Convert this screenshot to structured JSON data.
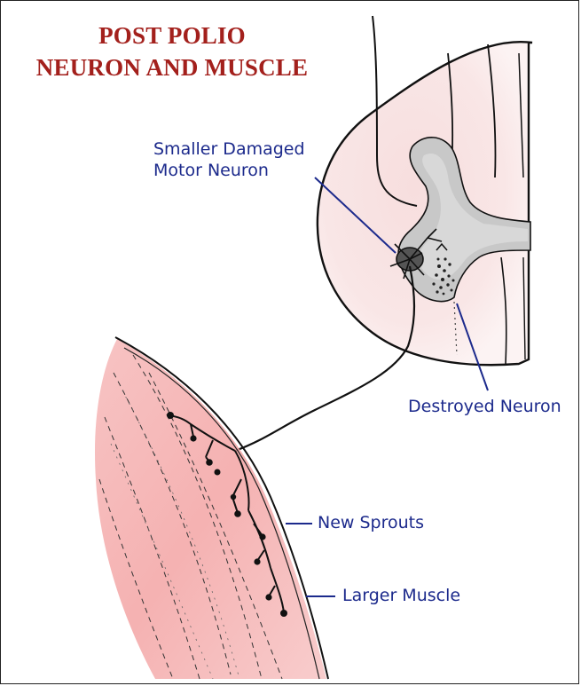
{
  "title": {
    "line1": "POST POLIO",
    "line2": "NEURON AND MUSCLE"
  },
  "labels": {
    "smaller_damaged_line1": "Smaller Damaged",
    "smaller_damaged_line2": "Motor Neuron",
    "destroyed_neuron": "Destroyed Neuron",
    "new_sprouts": "New Sprouts",
    "larger_muscle": "Larger Muscle"
  },
  "colors": {
    "title": "#a3201c",
    "label": "#1c2a8c",
    "leader_line": "#1c2a8c",
    "outline": "#111111",
    "tissue_pink": "#f4c9c9",
    "muscle_pink": "#f0a8a8",
    "grey_matter": "#c9c9c9"
  }
}
